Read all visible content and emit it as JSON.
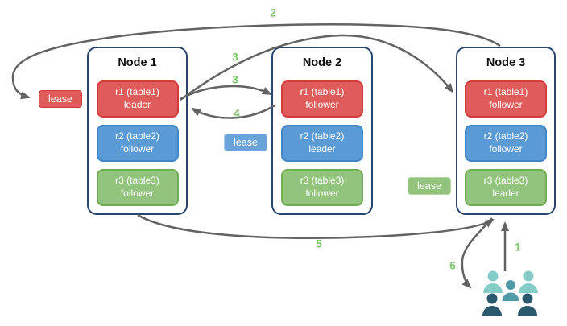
{
  "nodes": [
    {
      "title": "Node 1",
      "replicas": [
        {
          "name": "r1 (table1)",
          "role": "leader",
          "color": "red"
        },
        {
          "name": "r2 (table2)",
          "role": "follower",
          "color": "blue"
        },
        {
          "name": "r3 (table3)",
          "role": "follower",
          "color": "green"
        }
      ]
    },
    {
      "title": "Node 2",
      "replicas": [
        {
          "name": "r1 (table1)",
          "role": "follower",
          "color": "red"
        },
        {
          "name": "r2 (table2)",
          "role": "leader",
          "color": "blue"
        },
        {
          "name": "r3 (table3)",
          "role": "follower",
          "color": "green"
        }
      ]
    },
    {
      "title": "Node 3",
      "replicas": [
        {
          "name": "r1 (table1)",
          "role": "follower",
          "color": "red"
        },
        {
          "name": "r2 (table2)",
          "role": "follower",
          "color": "blue"
        },
        {
          "name": "r3 (table3)",
          "role": "leader",
          "color": "green"
        }
      ]
    }
  ],
  "leases": {
    "red": {
      "label": "lease"
    },
    "blue": {
      "label": "lease"
    },
    "green": {
      "label": "lease"
    }
  },
  "steps": {
    "n1": "1",
    "n2": "2",
    "n3a": "3",
    "n3b": "3",
    "n4": "4",
    "n5": "5",
    "n6": "6"
  },
  "icons": {
    "clients": "users-group-icon"
  },
  "colors": {
    "red_fill": "#e05c5a",
    "red_border": "#d33c3a",
    "blue_fill": "#5b9bd5",
    "blue_border": "#4386c7",
    "green_fill": "#93c47d",
    "green_border": "#6fae54",
    "node_border": "#29456e",
    "arrow": "#636363",
    "step_label": "#7dc46a",
    "users_light": "#85cbc8",
    "users_mid": "#4f9aa6",
    "users_dark": "#2b5a6e"
  }
}
